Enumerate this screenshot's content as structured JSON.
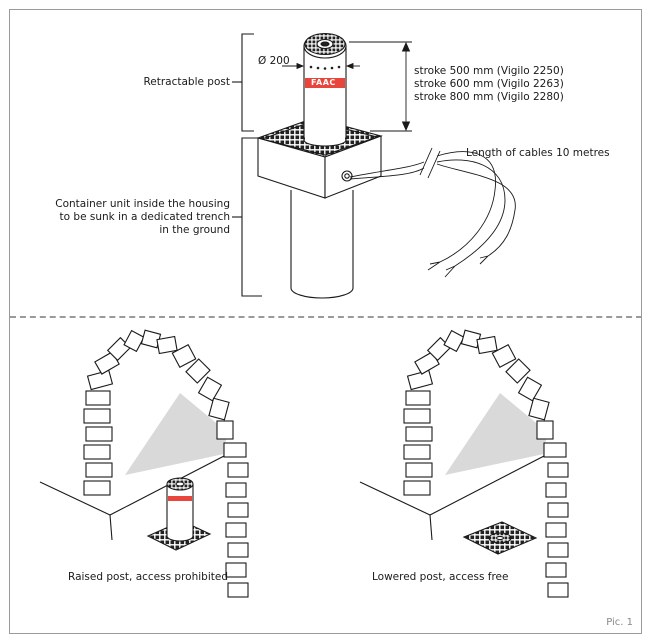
{
  "top": {
    "label_post": "Retractable post",
    "label_container_lines": [
      "Container unit inside the housing",
      "to be sunk in a dedicated trench",
      "in the ground"
    ],
    "label_diameter": "Ø 200",
    "label_strokes": [
      "stroke 500 mm (Vigilo 2250)",
      "stroke 600 mm (Vigilo 2263)",
      "stroke 800 mm (Vigilo 2280)"
    ],
    "label_cables": "Length of cables 10 metres",
    "brand_text": "FAAC"
  },
  "bottom": {
    "left_caption": "Raised post, access prohibited",
    "right_caption": "Lowered post, access free"
  },
  "pic_number": "Pic. 1",
  "colors": {
    "accent": "#e8463c",
    "line": "#1a1a1a",
    "frame": "#9a9a9a",
    "shade": "#d9d9d9"
  }
}
